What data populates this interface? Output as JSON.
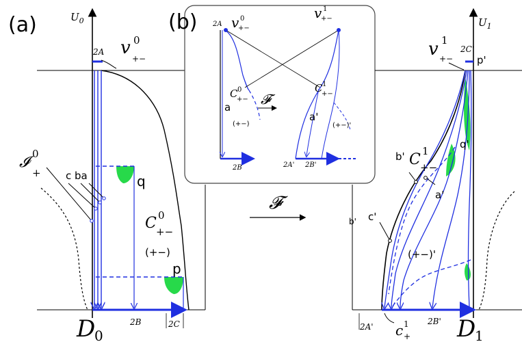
{
  "panels": {
    "a": {
      "tag": "(a)"
    },
    "b": {
      "tag": "(b)"
    }
  },
  "left": {
    "axis": "U",
    "axis_sub": "0",
    "v_label": "v",
    "v_sub": "+−",
    "v_sup": "0",
    "width_2A": "2A",
    "I_label": "𝓘",
    "I_sub": "+",
    "I_sup": "0",
    "cba": "c ba",
    "q": "q",
    "p": "p",
    "C_label": "C",
    "C_sub": "+−",
    "C_sup": "0",
    "region": "(+−)",
    "D_label": "D",
    "D_sub": "0",
    "label_2B": "2B",
    "label_2C": "2C"
  },
  "inset": {
    "label_2A": "2A",
    "v0": "v",
    "v0_sub": "+−",
    "v0_sup": "0",
    "v1": "v",
    "v1_sub": "+−",
    "v1_sup": "1",
    "C0": "C",
    "C0_sub": "+−",
    "C0_sup": "0",
    "C1": "C",
    "C1_sub": "+−",
    "C1_sup": "1",
    "map": "𝓕",
    "a": "a",
    "a_prime": "a'",
    "region0": "(+−)",
    "region1": "(+−)'",
    "label_2B": "2B",
    "label_2Aprime": "2A'",
    "label_2Bprime": "2B'"
  },
  "middle": {
    "map": "𝓕"
  },
  "right": {
    "axis": "U",
    "axis_sub": "1",
    "v_label": "v",
    "v_sub": "+−",
    "v_sup": "1",
    "label_2Cprime": "2C'",
    "p_prime": "p'",
    "q_prime": "q'",
    "b_prime_top": "b'",
    "C_label": "C",
    "C_sub": "+−",
    "C_sup": "1",
    "a_prime": "a'",
    "b_prime_side": "b'",
    "c_prime": "c'",
    "region": "(+−)'",
    "label_2Aprime": "2A'",
    "c_label": "c",
    "c_sub": "+",
    "c_sup": "1",
    "label_2Bprime": "2B'",
    "D_label": "D",
    "D_sub": "1"
  },
  "colors": {
    "blue": "#1f2fe0",
    "green": "#27d94a",
    "black": "#000000",
    "inset_border": "#444444"
  }
}
